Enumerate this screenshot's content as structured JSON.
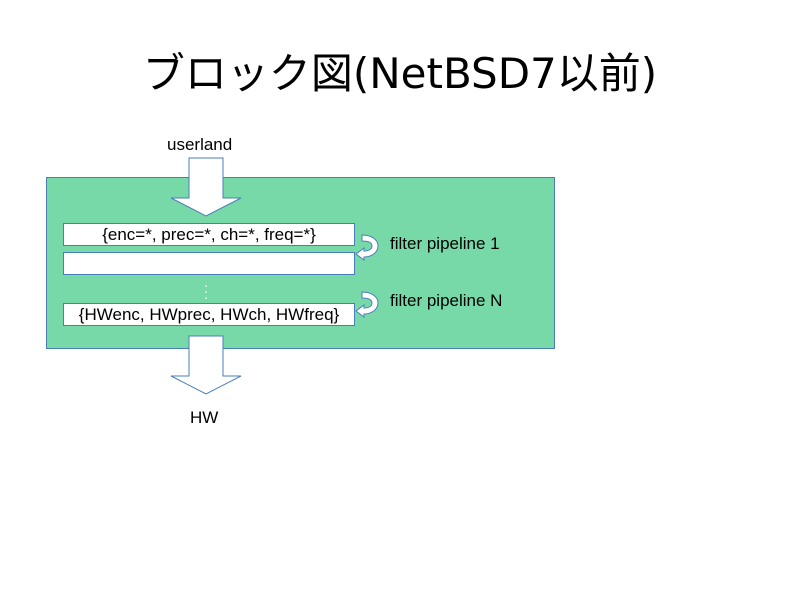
{
  "title": "ブロック図(NetBSD7以前)",
  "labels": {
    "userland": "userland",
    "hw": "HW",
    "filter_pipeline_1": "filter pipeline 1",
    "filter_pipeline_n": "filter pipeline N"
  },
  "boxes": {
    "input_format": "{enc=*, prec=*, ch=*, freq=*}",
    "middle": "",
    "hw_format": "{HWenc, HWprec, HWch, HWfreq}"
  },
  "colors": {
    "container_fill": "#77d9a8",
    "outline": "#4a7ebb",
    "box_fill": "#ffffff"
  },
  "icons": {
    "input_arrow": "down-arrow",
    "output_arrow": "down-arrow",
    "pipeline_arrow": "curved-return-arrow"
  }
}
